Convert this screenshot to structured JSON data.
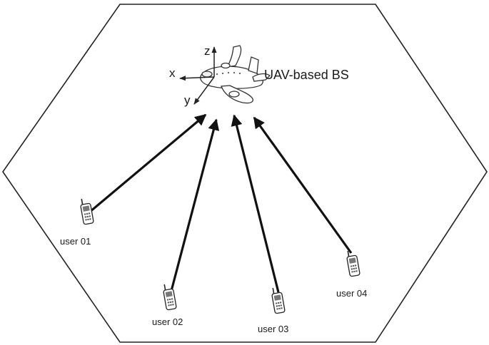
{
  "base_station": {
    "label": "UAV-based BS",
    "icon": "uav-airplane-icon"
  },
  "axes": {
    "x": "x",
    "y": "y",
    "z": "z"
  },
  "users": [
    {
      "id": "u1",
      "label": "user 01",
      "icon": "mobile-phone-icon"
    },
    {
      "id": "u2",
      "label": "user 02",
      "icon": "mobile-phone-icon"
    },
    {
      "id": "u3",
      "label": "user 03",
      "icon": "mobile-phone-icon"
    },
    {
      "id": "u4",
      "label": "user 04",
      "icon": "mobile-phone-icon"
    }
  ],
  "colors": {
    "stroke": "#1a1a1a",
    "cell_border": "#222222",
    "link": "#111111"
  }
}
